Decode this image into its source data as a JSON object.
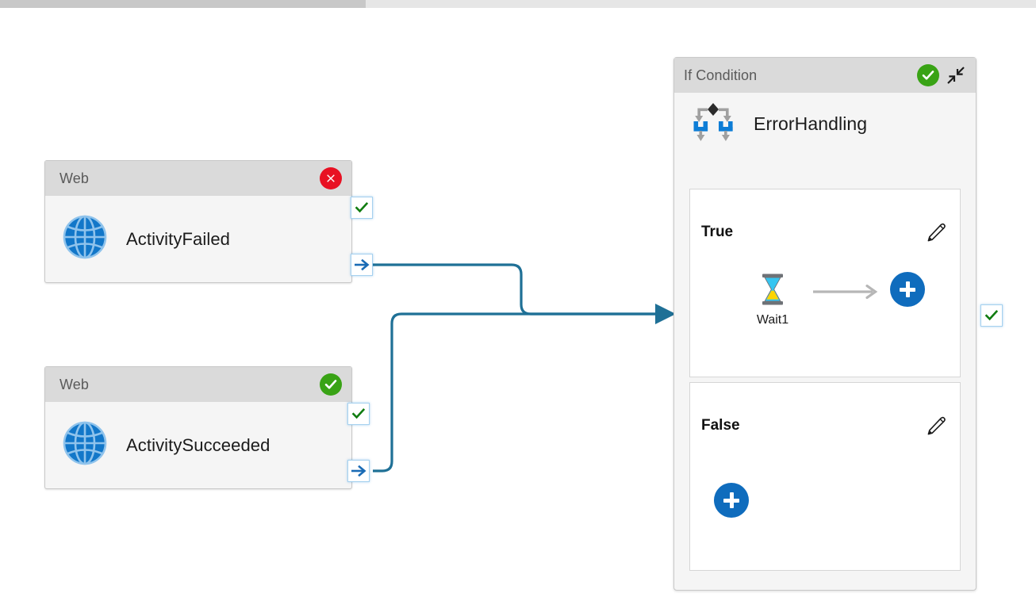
{
  "app": {
    "surface": "pipeline-canvas",
    "background_color": "#ffffff",
    "accent_color": "#0f6cbd",
    "connector_color": "#1f7096",
    "success_color": "#39a315",
    "error_color": "#e81123"
  },
  "scrollbar": {
    "orientation": "horizontal",
    "track_color": "#e6e6e6",
    "thumb_color": "#c8c8c8"
  },
  "activities": [
    {
      "type_label": "Web",
      "name": "ActivityFailed",
      "status": "failed",
      "status_icon": "error-circle-icon",
      "icon": "globe-icon",
      "ports": [
        {
          "kind": "success",
          "icon": "check-icon"
        },
        {
          "kind": "completion",
          "icon": "arrow-right-icon"
        }
      ]
    },
    {
      "type_label": "Web",
      "name": "ActivitySucceeded",
      "status": "succeeded",
      "status_icon": "success-circle-icon",
      "icon": "globe-icon",
      "ports": [
        {
          "kind": "success",
          "icon": "check-icon"
        },
        {
          "kind": "completion",
          "icon": "arrow-right-icon"
        }
      ]
    }
  ],
  "if_condition": {
    "type_label": "If Condition",
    "name": "ErrorHandling",
    "status": "succeeded",
    "status_icon": "success-circle-icon",
    "icon": "if-condition-icon",
    "collapse_icon": "collapse-arrows-icon",
    "output_port": {
      "kind": "success",
      "icon": "check-icon"
    },
    "branches": [
      {
        "label": "True",
        "edit_icon": "pencil-icon",
        "add_label": "+",
        "add_icon": "plus-icon",
        "activities": [
          {
            "name": "Wait1",
            "icon": "hourglass-icon"
          }
        ]
      },
      {
        "label": "False",
        "edit_icon": "pencil-icon",
        "add_label": "+",
        "add_icon": "plus-icon",
        "activities": []
      }
    ]
  },
  "connectors": [
    {
      "from": "ActivityFailed",
      "from_port": "completion",
      "to": "ErrorHandling"
    },
    {
      "from": "ActivitySucceeded",
      "from_port": "completion",
      "to": "ErrorHandling"
    }
  ]
}
